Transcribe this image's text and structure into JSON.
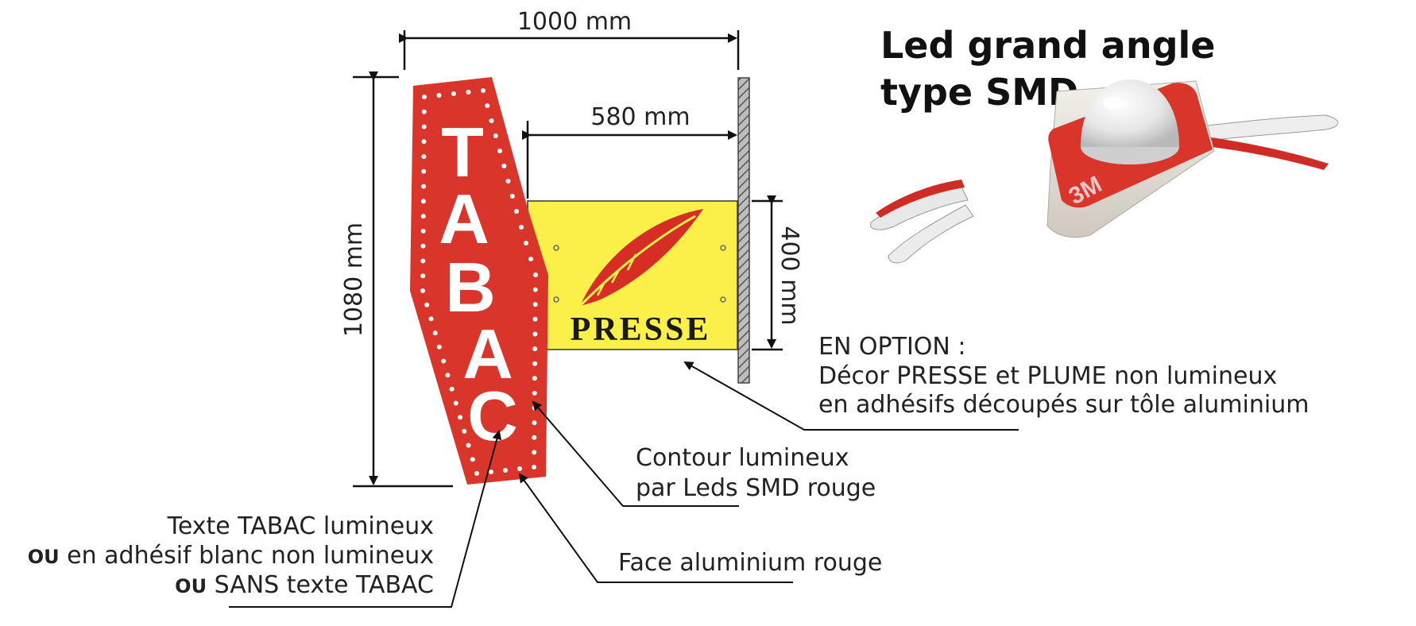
{
  "dimensions": {
    "total_width": "1000 mm",
    "arm_length": "580 mm",
    "height": "1080 mm",
    "panel_height": "400 mm"
  },
  "sign": {
    "letters": [
      "T",
      "A",
      "B",
      "A",
      "C"
    ],
    "panel_text": "PRESSE"
  },
  "led": {
    "title_line1": "Led grand angle",
    "title_line2": "type SMD",
    "tape_text": "3M"
  },
  "callouts": {
    "option_line1": "EN OPTION :",
    "option_line2": "Décor PRESSE et PLUME non lumineux",
    "option_line3": "en adhésifs découpés sur tôle aluminium",
    "contour_line1": "Contour lumineux",
    "contour_line2": "par Leds SMD rouge",
    "face": "Face aluminium rouge",
    "texte_line1": "Texte TABAC lumineux",
    "texte_line2_ou": "OU",
    "texte_line2": " en adhésif blanc non lumineux",
    "texte_line3_ou": "OU",
    "texte_line3": " SANS texte TABAC"
  },
  "colors": {
    "tabac_red": "#d9352b",
    "panel_yellow": "#fbef4a",
    "feather_red": "#d62e24"
  }
}
